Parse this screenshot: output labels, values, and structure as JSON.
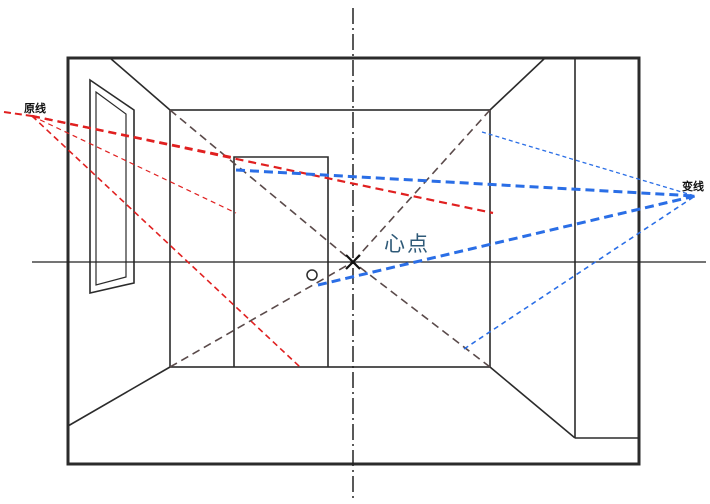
{
  "labels": {
    "left_vanishing": "原线",
    "right_vanishing": "变线",
    "center_point": "心点"
  },
  "colors": {
    "frame": "#2b2b2b",
    "diagonal": "#5a4a4a",
    "axis": "#222222",
    "red_lines": "#e02020",
    "blue_lines": "#2a6ee6",
    "center_label": "#2f5a78"
  }
}
